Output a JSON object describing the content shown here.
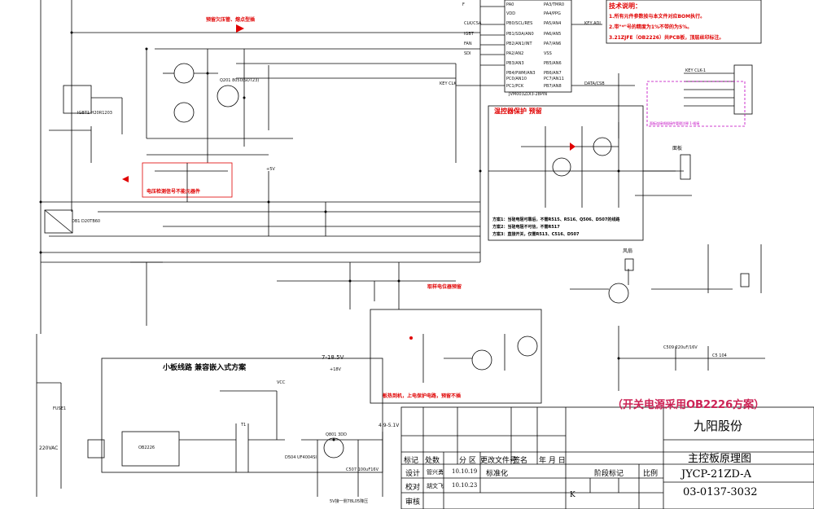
{
  "tech_notes": {
    "title": "技术说明：",
    "lines": [
      "1.所有元件参数按与本文件对应BOM执行。",
      "2.带\"*\"号的精度为1%不带的为5%。",
      "3.21ZJFE（OB2226）共PCB板，顶层丝印标注。"
    ]
  },
  "mcu": {
    "part": "JVM003ZDI3-28PIN",
    "left_pins": [
      "PA0",
      "VDD",
      "PB0/SCL/RES",
      "PB1/SDA/AN0",
      "PB2/AN1/INT",
      "PA2/AN2",
      "PB3/AN3",
      "PB4/PWM/AN3",
      "PC0/AN10",
      "PC1/PCK"
    ],
    "right_pins": [
      "PA3/TMR0",
      "PA4/PPG",
      "PA5/AN4",
      "PA6/AN5",
      "PA7/AN6",
      "VSS",
      "PB5/AN6",
      "PB6/AN7",
      "PC7/AN11",
      "PB7/AN8"
    ],
    "left_nets": [
      "F",
      "",
      "CLK/CSA",
      "IGBT",
      "FAN",
      "SDI",
      "",
      "",
      "",
      "KEY CLK"
    ],
    "right_nets": [
      "",
      "",
      "KEY ADI",
      "",
      "",
      "",
      "",
      "",
      "",
      "DATA/CSB"
    ]
  },
  "sections": {
    "top_power_label": "预留欠压管、熔点型插",
    "temp_protect": "温控器保护 预留",
    "plan_lines": [
      "方案1：当硅电阻可靠后，不需R515、R516、Q506、D507的线路",
      "方案2：当硅电阻不可信，不需R517",
      "方案3：直接开关，仅需R513、C516、D507"
    ],
    "voltage_sample": "电压检测信号不能元器件",
    "igbt_temp": "取样电位器预留",
    "board_title": "小板线路 兼容嵌入式方案",
    "fan_note": "板热到机，上电保护电路，预留不插",
    "mains": "220VAC",
    "mains_fuse": "FUSE1",
    "in_voltage": "7-18.5V",
    "out_small": "4.9-5.1V",
    "buzzer": "风扇",
    "heat_cut": "面板",
    "key_disp": "KEY  CLK-1",
    "disp_notes": "面板连接线插接件管理注释 1-插接",
    "five_v": "+5V",
    "eighteen_v": "+18V",
    "vcc": "VCC"
  },
  "parts": {
    "igbt": "IGBT1\nH20R1203",
    "bridge": "DB1\nD20TB60",
    "q201": "Q201\n8050(SOT23)",
    "q801": "Q801\n3DD",
    "ic": "OB2226",
    "transformer": "T1",
    "d504": "D504\nUF4004SI",
    "c507": "C507\n100uF16V",
    "c509": "C509\n220uF/16V",
    "c5": "C5\n104"
  },
  "title_block": {
    "company": "九阳股份",
    "drawing": "主控板原理图",
    "model": "JYCP-21ZD-A",
    "number": "03-0137-3032",
    "row_headers": [
      "标记",
      "处数",
      "分 区",
      "更改文件号",
      "签名",
      "年 月 日"
    ],
    "design_label": "设计",
    "design_name": "管兴勇",
    "design_date": "10.10.19",
    "std_label": "标准化",
    "check_label": "校对",
    "check_name": "胡文飞",
    "check_date": "10.10.23",
    "review_label": "审核",
    "stage_label": "阶段标记",
    "scale_label": "比例",
    "k_label": "K"
  },
  "scheme_note": "（开关电源采用OB2226方案）",
  "bottom_note": "5V接一侧78L05降压"
}
